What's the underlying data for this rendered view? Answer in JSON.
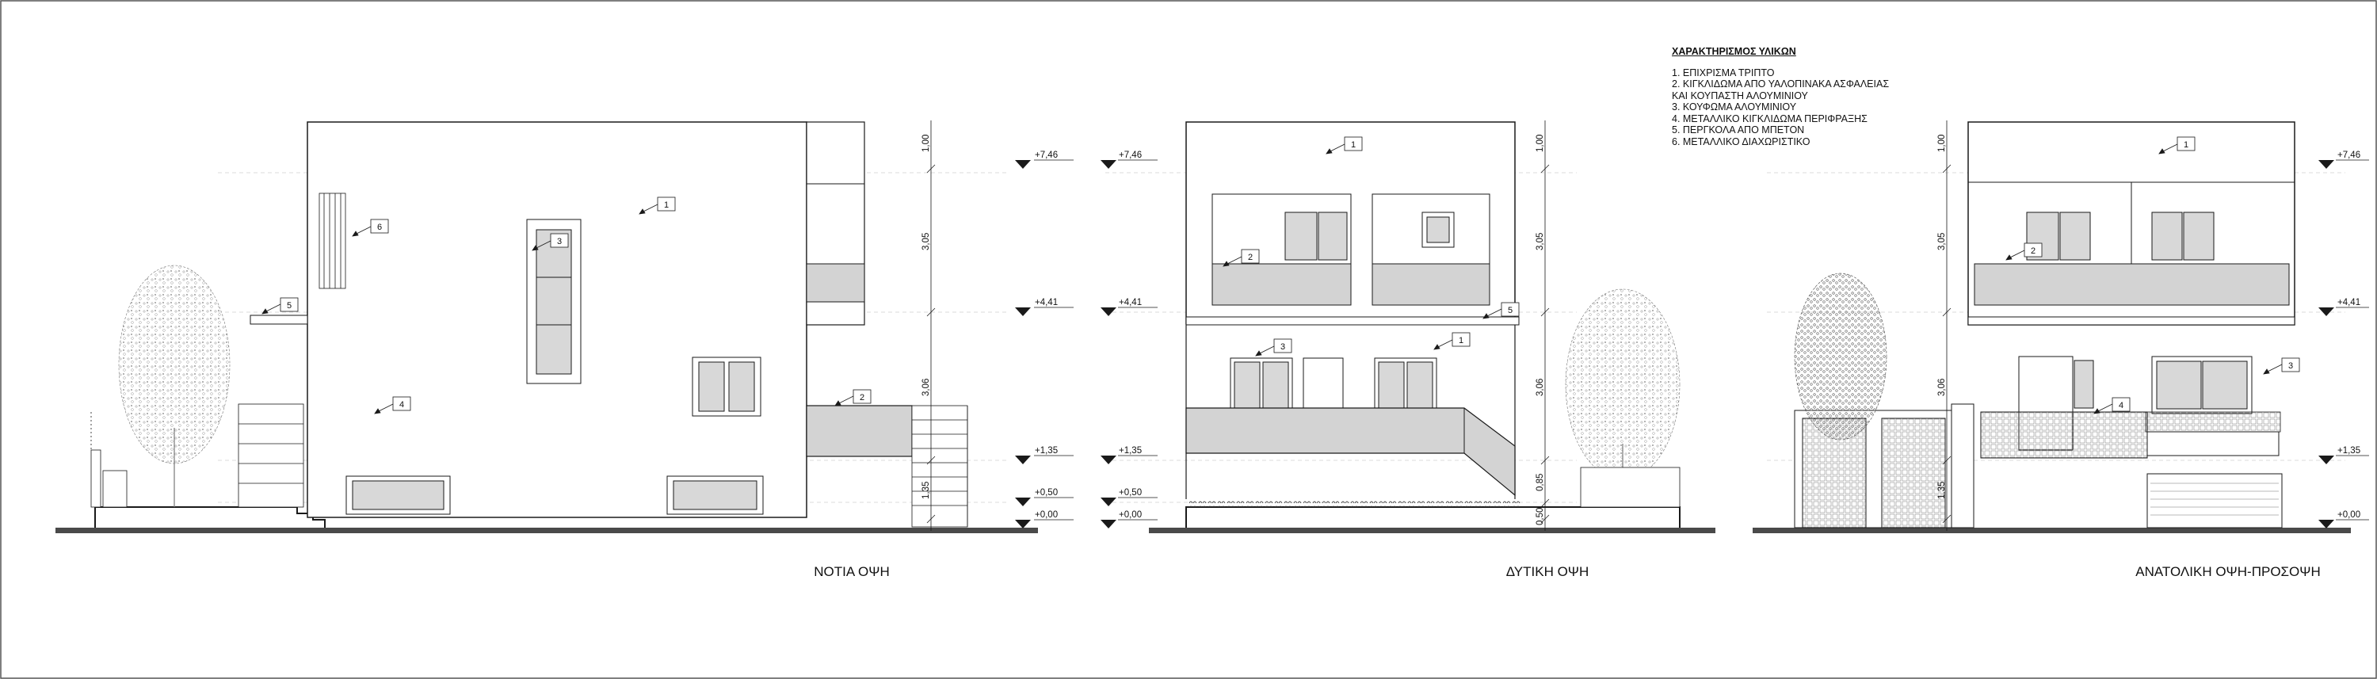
{
  "legend": {
    "title": "ΧΑΡΑΚΤΗΡΙΣΜΟΣ ΥΛΙΚΩΝ",
    "items": [
      "1. ΕΠΙΧΡΙΣΜΑ ΤΡΙΠΤΟ",
      "2. ΚΙΓΚΛΙΔΩΜΑ ΑΠΟ ΥΑΛΟΠΙΝΑΚΑ ΑΣΦΑΛΕΙΑΣ",
      "ΚΑΙ ΚΟΥΠΑΣΤΗ ΑΛΟΥΜΙΝΙΟΥ",
      "3. ΚΟΥΦΩΜΑ ΑΛΟΥΜΙΝΙΟΥ",
      "4. ΜΕΤΑΛΛΙΚΟ ΚΙΓΚΛΙΔΩΜΑ ΠΕΡΙΦΡΑΞΗΣ",
      "5. ΠΕΡΓΚΟΛΑ ΑΠΟ ΜΠΕΤΟΝ",
      "6. ΜΕΤΑΛΛΙΚΟ ΔΙΑΧΩΡΙΣΤΙΚΟ"
    ]
  },
  "views": {
    "south": "ΝΟΤΙΑ ΟΨΗ",
    "west": "ΔΥΤΙΚΗ ΟΨΗ",
    "east": "ΑΝΑΤΟΛΙΚΗ ΟΨΗ-ΠΡΟΣΟΨΗ"
  },
  "levels": {
    "l746": "+7,46",
    "l441": "+4,41",
    "l135": "+1,35",
    "l050": "+0,50",
    "l000": "+0,00"
  },
  "dimensions": {
    "d100": "1,00",
    "d305": "3,05",
    "d306": "3,06",
    "d135": "1,35",
    "d085": "0,85",
    "d050": "0,50"
  },
  "tags": {
    "t1": "1",
    "t2": "2",
    "t3": "3",
    "t4": "4",
    "t5": "5",
    "t6": "6"
  },
  "colors": {
    "line": "#1a1a1a",
    "ground": "#4a4a4a",
    "rail_fill": "#d3d3d3",
    "window_fill": "#d8d8d8",
    "guide": "#c8c8c8"
  }
}
